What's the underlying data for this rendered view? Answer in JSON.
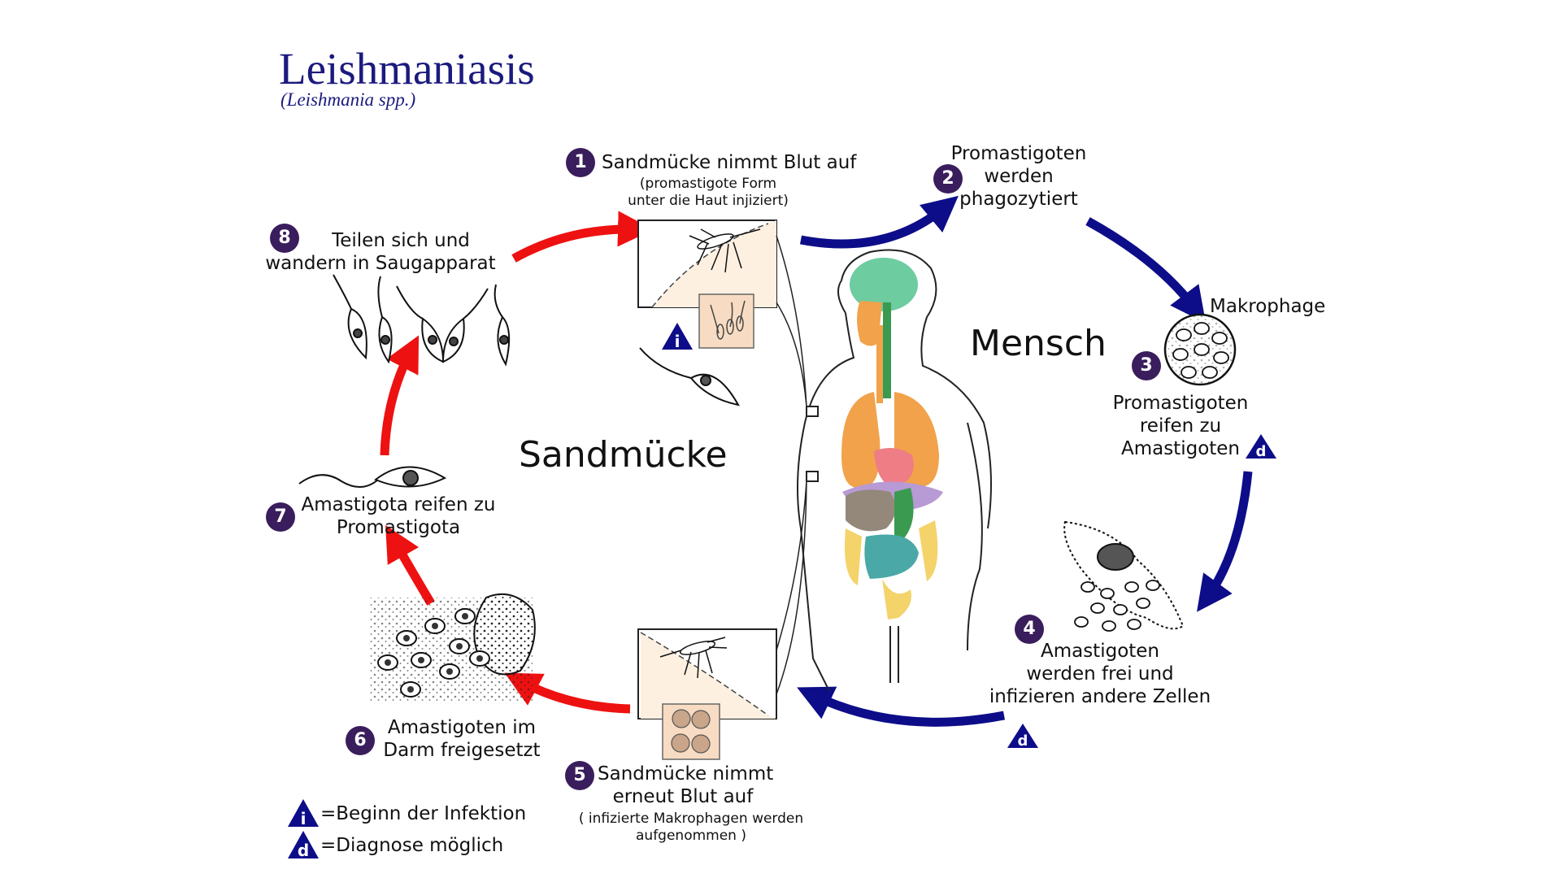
{
  "title": "Leishmaniasis",
  "subtitle": "(Leishmania spp.)",
  "regions": {
    "vector": "Sandmücke",
    "host": "Mensch"
  },
  "steps": [
    {
      "num": "1",
      "lines": [
        "Sandmücke nimmt Blut auf"
      ],
      "note": [
        "(promastigote Form",
        "unter die Haut injiziert)"
      ]
    },
    {
      "num": "2",
      "lines": [
        "Promastigoten",
        "werden",
        "phagozytiert"
      ]
    },
    {
      "num": "3",
      "lines": [
        "Promastigoten",
        "reifen zu",
        "Amastigoten"
      ],
      "top_label": "Makrophage"
    },
    {
      "num": "4",
      "lines": [
        "Amastigoten",
        "werden frei und",
        "infizieren andere Zellen"
      ]
    },
    {
      "num": "5",
      "lines": [
        "Sandmücke nimmt",
        "erneut Blut auf"
      ],
      "note": [
        "( infizierte Makrophagen werden",
        "aufgenommen )"
      ]
    },
    {
      "num": "6",
      "lines": [
        "Amastigoten im",
        "Darm freigesetzt"
      ]
    },
    {
      "num": "7",
      "lines": [
        "Amastigota reifen zu",
        "Promastigota"
      ]
    },
    {
      "num": "8",
      "lines": [
        "Teilen sich und",
        "wandern in Saugapparat"
      ]
    }
  ],
  "legend": [
    {
      "symbol": "i",
      "text": "=Beginn der Infektion"
    },
    {
      "symbol": "d",
      "text": "=Diagnose möglich"
    }
  ],
  "colors": {
    "title": "#1b1a7e",
    "step_badge": "#3a1d5c",
    "human_arrows": "#0d0d8a",
    "vector_arrows": "#ee1111",
    "triangle": "#0d0d8a"
  }
}
